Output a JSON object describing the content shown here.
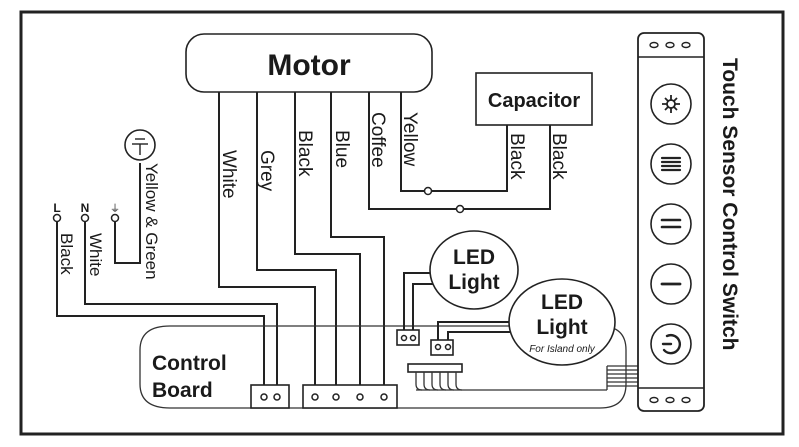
{
  "diagram": {
    "type": "wiring-diagram",
    "colors": {
      "line": "#222222",
      "background": "#ffffff",
      "frame": "#222222"
    },
    "motor": {
      "label": "Motor",
      "wires": [
        "White",
        "Grey",
        "Black",
        "Blue",
        "Coffee",
        "Yellow"
      ]
    },
    "capacitor": {
      "label": "Capacitor",
      "wires": [
        "Black",
        "Black"
      ]
    },
    "power_input": {
      "terminals": [
        {
          "symbol": "L",
          "wire": "Black"
        },
        {
          "symbol": "N",
          "wire": "White"
        },
        {
          "symbol": "⏚",
          "wire": "Yellow & Green"
        }
      ],
      "ground_symbol": "ground-icon"
    },
    "control_board": {
      "label_line1": "Control",
      "label_line2": "Board"
    },
    "led_light_1": {
      "line1": "LED",
      "line2": "Light"
    },
    "led_light_2": {
      "line1": "LED",
      "line2": "Light",
      "note": "For Island only"
    },
    "touch_switch": {
      "label": "Touch Sensor Control Switch",
      "buttons": [
        {
          "icon": "light-icon"
        },
        {
          "icon": "speed-high-icon"
        },
        {
          "icon": "speed-medium-icon"
        },
        {
          "icon": "speed-low-icon"
        },
        {
          "icon": "power-icon"
        }
      ]
    }
  }
}
